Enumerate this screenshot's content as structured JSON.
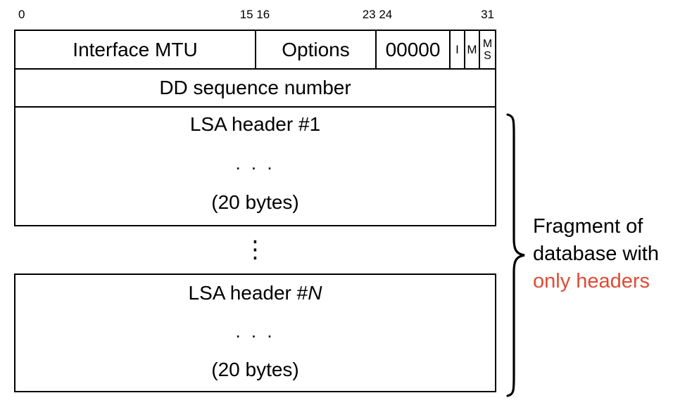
{
  "colors": {
    "accent_red": "#df4b35",
    "line_color": "#000000"
  },
  "bit_ruler": {
    "labels": [
      "0",
      "15 16",
      "23 24",
      "31"
    ]
  },
  "packet": {
    "row1": {
      "interface_mtu": "Interface MTU",
      "options": "Options",
      "zeros": "00000",
      "flag_i": "I",
      "flag_m": "M",
      "flag_ms_top": "M",
      "flag_ms_bottom": "S"
    },
    "row2": {
      "dd_sequence": "DD sequence number"
    },
    "lsa1": {
      "title_prefix": "LSA header #",
      "title_num": "1",
      "dots": ". . .",
      "size": "(20 bytes)"
    },
    "vertical_ellipsis": "⋮",
    "lsaN": {
      "title_prefix": "LSA header #",
      "title_num": "N",
      "dots": ". . .",
      "size": "(20 bytes)"
    }
  },
  "annotation": {
    "line1": "Fragment of",
    "line2": "database with",
    "line3": "only headers"
  }
}
